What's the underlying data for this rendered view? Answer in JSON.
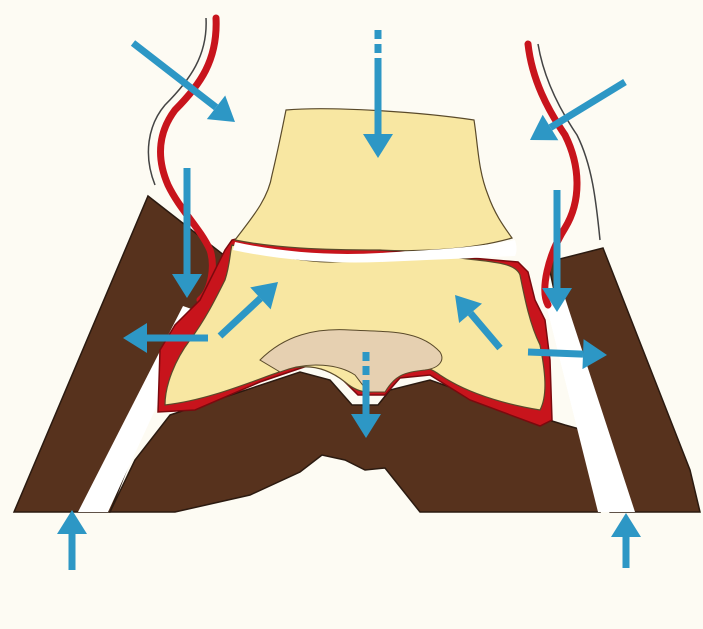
{
  "diagram": {
    "colors": {
      "background": "#fdfbf3",
      "hoof_wall": "#57321d",
      "hoof_outline": "#2b1a10",
      "white_line": "#ffffff",
      "corium": "#c8141c",
      "corium_edge": "#7a0a0e",
      "bone": "#f8e7a2",
      "bone_outline": "#5a4a2a",
      "navicular": "#e6d0b1",
      "joint_gap": "#ffffff",
      "arrow": "#2d97c5"
    },
    "arrows": [
      {
        "id": "arrow-top-left-diagonal",
        "style": "solid"
      },
      {
        "id": "arrow-top-center-down",
        "style": "dashed"
      },
      {
        "id": "arrow-top-right-diagonal",
        "style": "solid"
      },
      {
        "id": "arrow-left-wall-down",
        "style": "solid"
      },
      {
        "id": "arrow-right-wall-down",
        "style": "solid"
      },
      {
        "id": "arrow-left-outward",
        "style": "solid"
      },
      {
        "id": "arrow-right-outward",
        "style": "solid"
      },
      {
        "id": "arrow-left-inner-diagonal",
        "style": "solid"
      },
      {
        "id": "arrow-right-inner-diagonal",
        "style": "solid"
      },
      {
        "id": "arrow-center-bottom-down",
        "style": "dashed"
      },
      {
        "id": "arrow-ground-left-up",
        "style": "solid"
      },
      {
        "id": "arrow-ground-right-up",
        "style": "solid"
      }
    ]
  }
}
